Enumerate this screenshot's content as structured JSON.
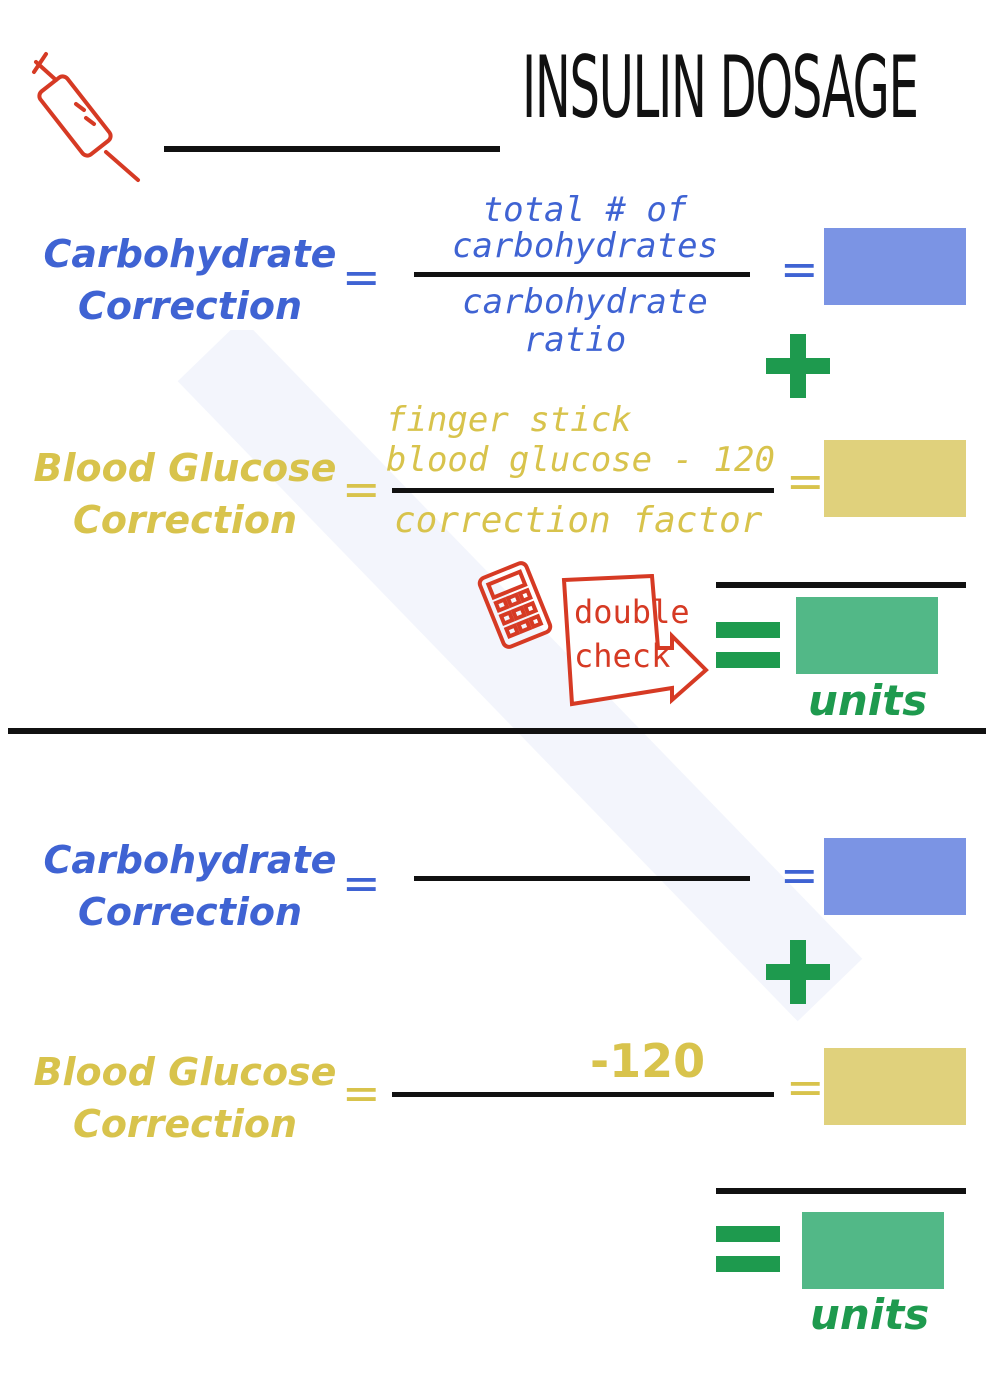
{
  "header": {
    "title": "INSULIN DOSAGE"
  },
  "section1": {
    "carb_label_1": "Carbohydrate",
    "carb_label_2": "Correction",
    "carb_numerator_1": "total # of",
    "carb_numerator_2": "carbohydrates",
    "carb_denominator_1": "carbohydrate",
    "carb_denominator_2": "ratio",
    "bg_label_1": "Blood Glucose",
    "bg_label_2": "Correction",
    "bg_numerator_1": "finger stick",
    "bg_numerator_2": "blood glucose - 120",
    "bg_denominator": "correction factor",
    "double_check_1": "double",
    "double_check_2": "check",
    "units": "units"
  },
  "section2": {
    "carb_label_1": "Carbohydrate",
    "carb_label_2": "Correction",
    "bg_label_1": "Blood Glucose",
    "bg_label_2": "Correction",
    "minus_value": "-120",
    "units": "units"
  },
  "symbols": {
    "equals": "=",
    "plus": "+"
  },
  "colors": {
    "blue": "#3f63d3",
    "yellow": "#d8c34c",
    "green": "#1e9a4e",
    "red": "#d63a24",
    "blue_box": "#7b94e4",
    "yellow_box": "#e0d17c",
    "green_box": "#52b887"
  }
}
